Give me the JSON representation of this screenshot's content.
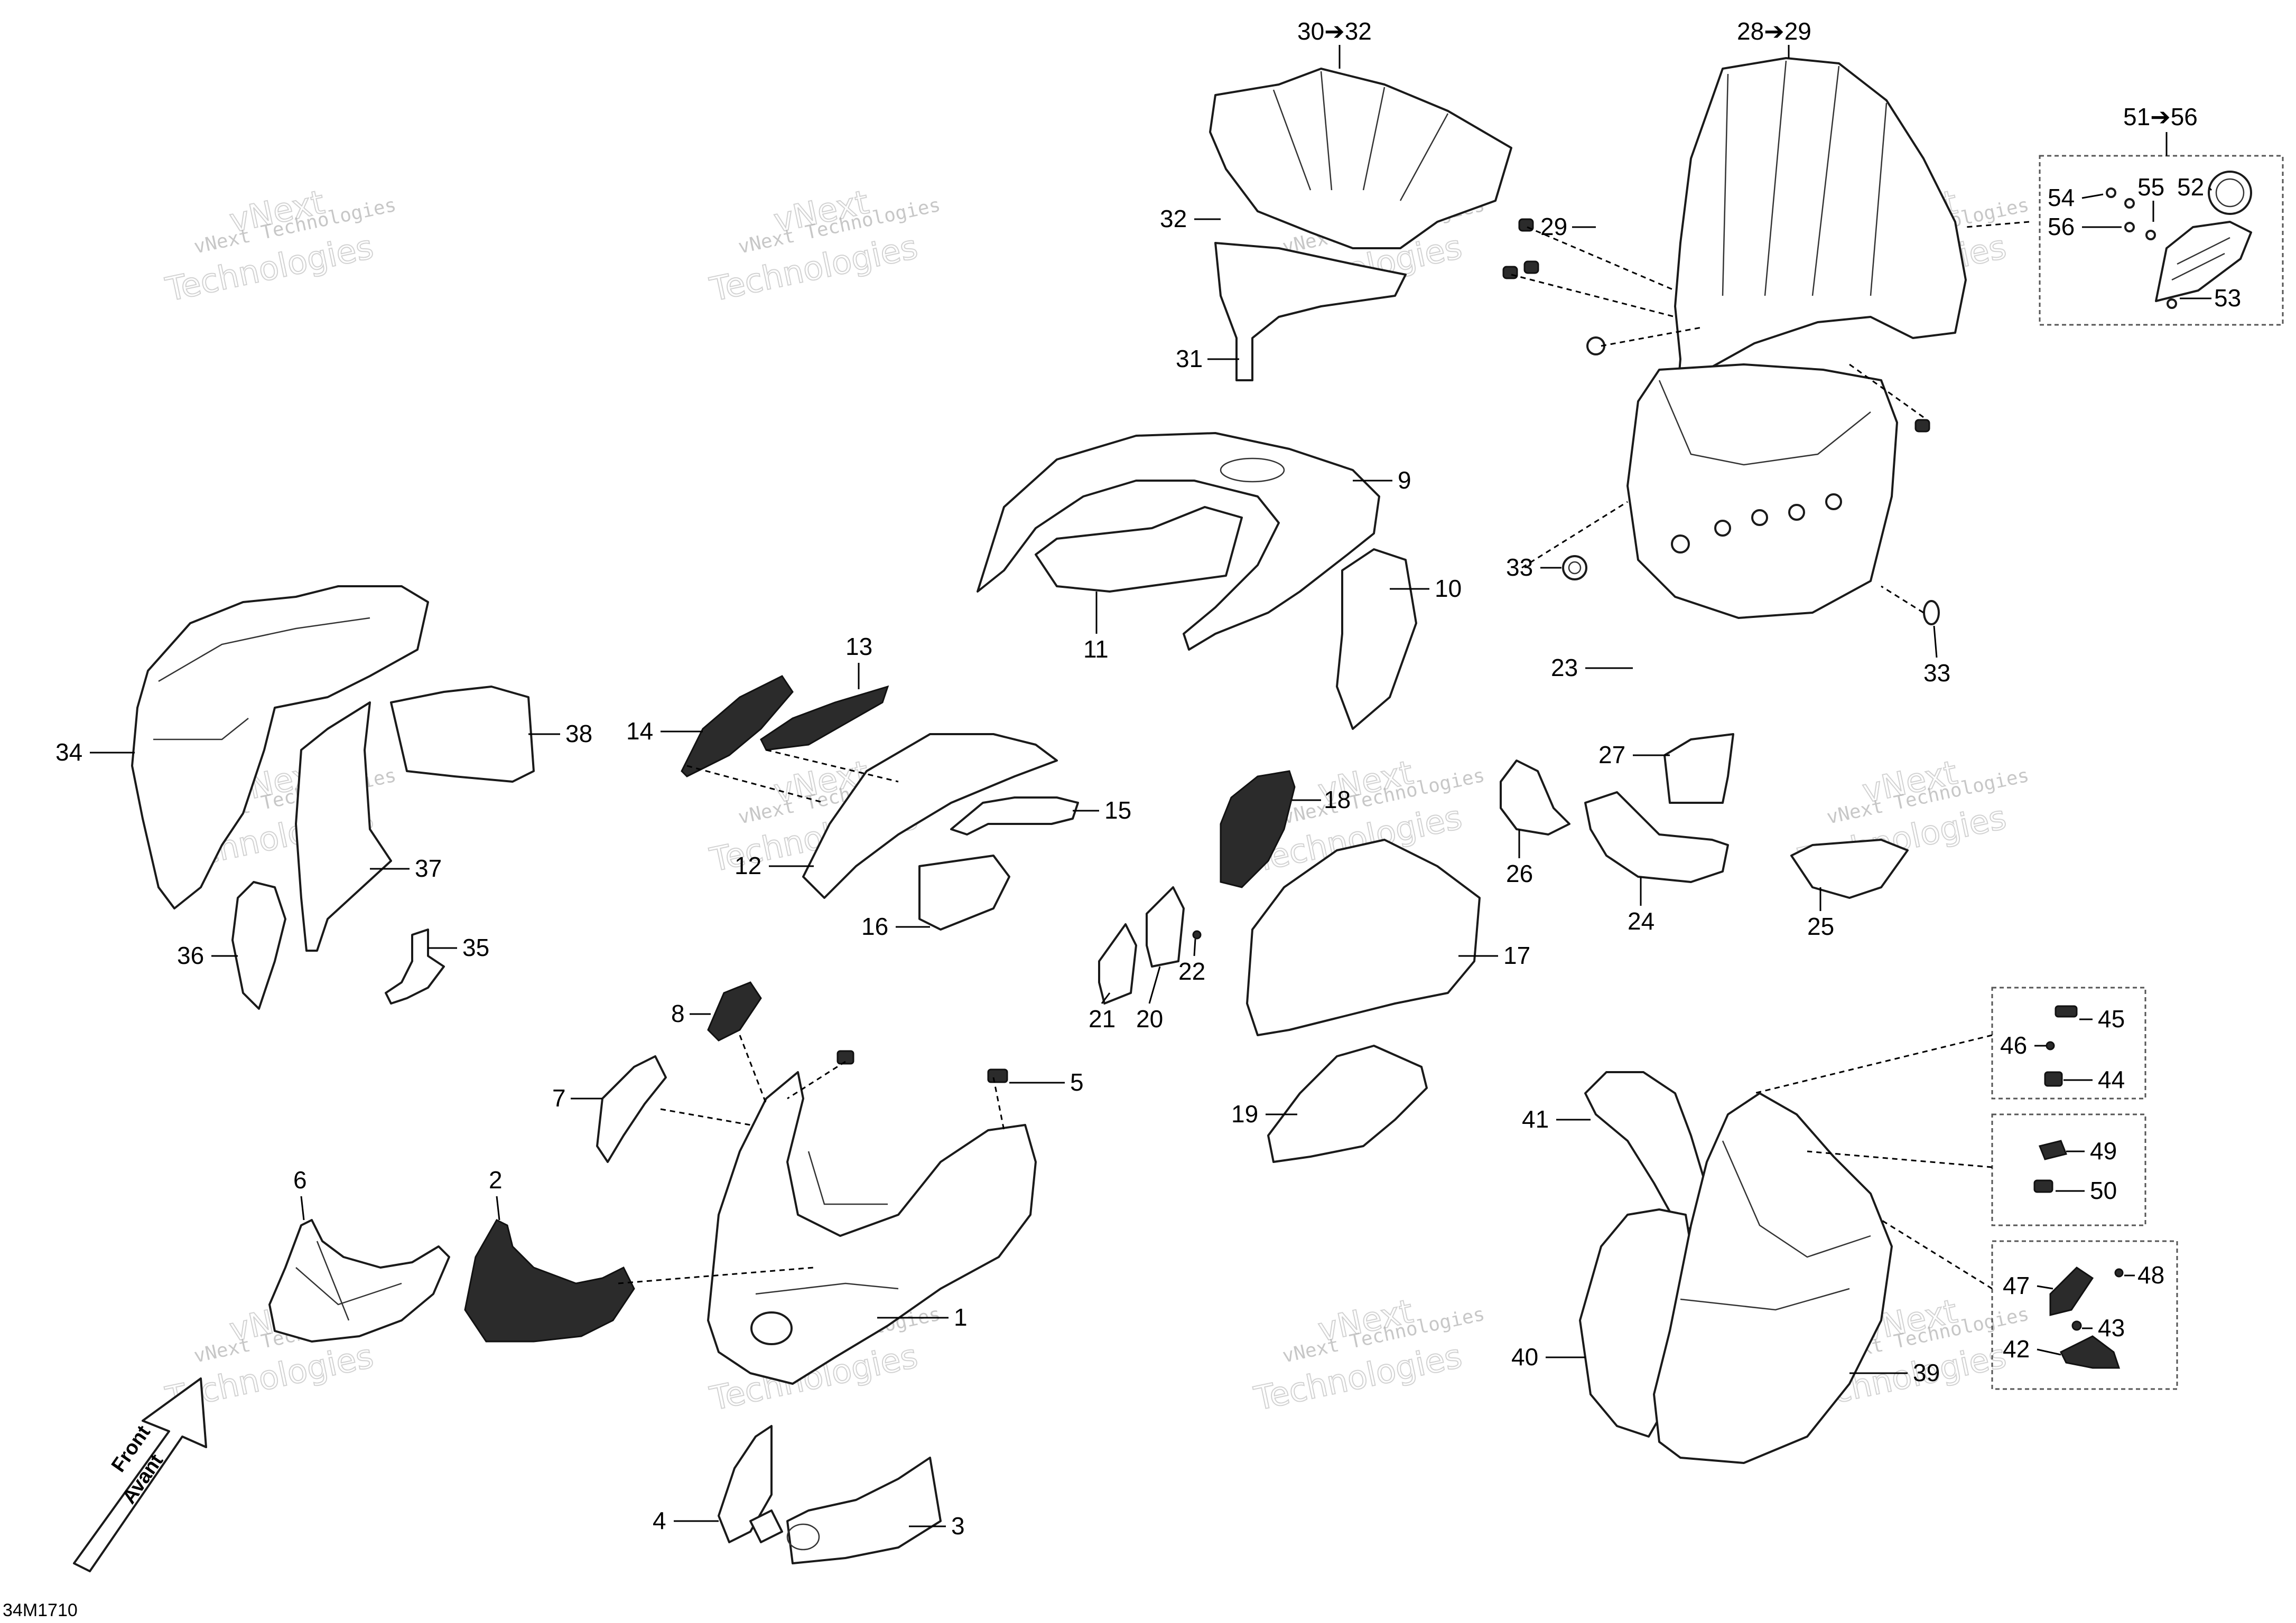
{
  "diagram_code": "34M1710",
  "watermark": {
    "line1": "vNext Technologies",
    "line2": "vNext",
    "line3": "Technologies"
  },
  "front_arrow": {
    "line1": "Front",
    "line2": "Avant"
  },
  "group_titles": {
    "g30": "30➔32",
    "g28": "28➔29",
    "g51": "51➔56"
  },
  "callouts": {
    "c1": "1",
    "c2": "2",
    "c3": "3",
    "c4": "4",
    "c5": "5",
    "c6": "6",
    "c7": "7",
    "c8": "8",
    "c9": "9",
    "c10": "10",
    "c11": "11",
    "c12": "12",
    "c13": "13",
    "c14": "14",
    "c15": "15",
    "c16": "16",
    "c17": "17",
    "c18": "18",
    "c19": "19",
    "c20": "20",
    "c21": "21",
    "c22": "22",
    "c23": "23",
    "c24": "24",
    "c25": "25",
    "c26": "26",
    "c27": "27",
    "c29": "29",
    "c31": "31",
    "c32": "32",
    "c33a": "33",
    "c33b": "33",
    "c34": "34",
    "c35": "35",
    "c36": "36",
    "c37": "37",
    "c38": "38",
    "c39": "39",
    "c40": "40",
    "c41": "41",
    "c42": "42",
    "c43": "43",
    "c44": "44",
    "c45": "45",
    "c46": "46",
    "c47": "47",
    "c48": "48",
    "c49": "49",
    "c50": "50",
    "c52": "52",
    "c53": "53",
    "c54": "54",
    "c55": "55",
    "c56": "56"
  }
}
